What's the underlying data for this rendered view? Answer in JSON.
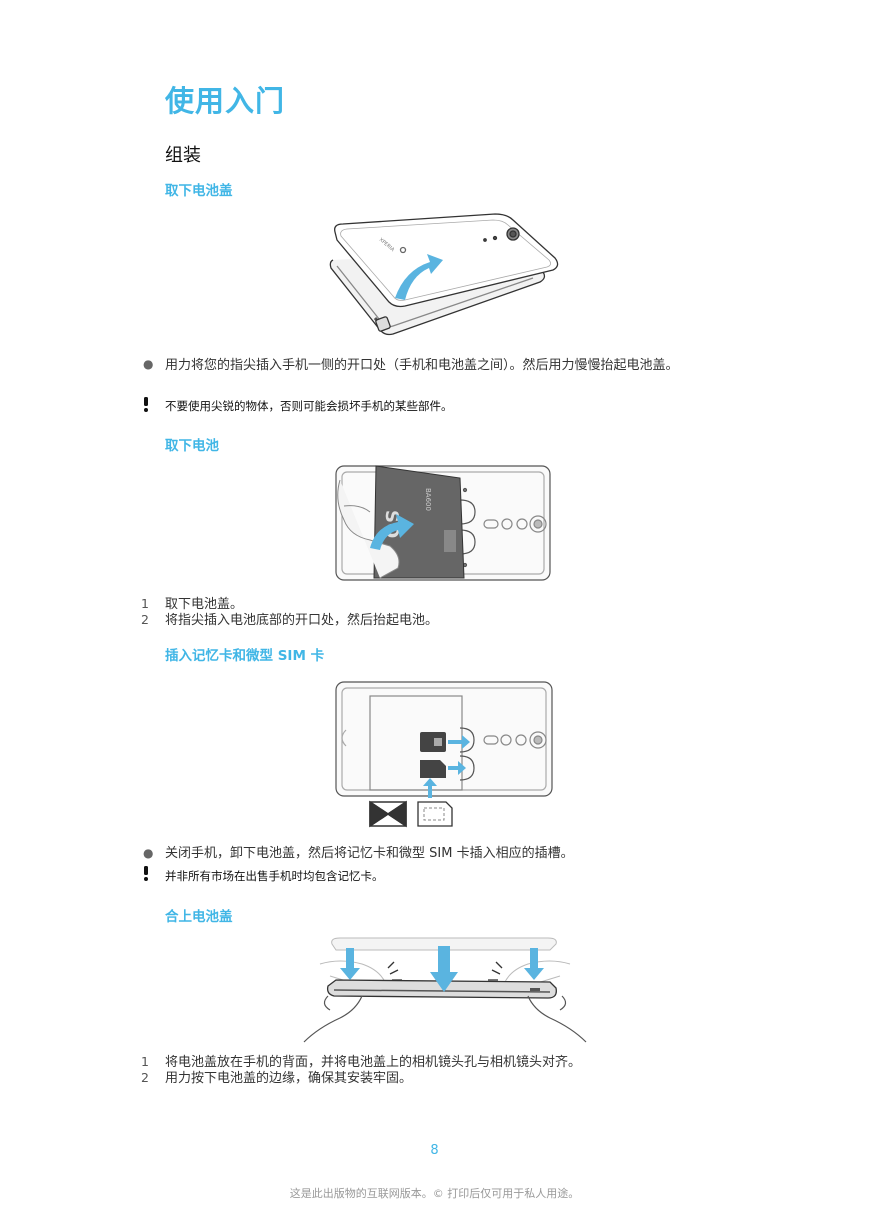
{
  "page": {
    "title": "使用入门",
    "section": "组装",
    "remove_cover": {
      "heading": "取下电池盖",
      "bullet": "用力将您的指尖插入手机一侧的开口处（手机和电池盖之间）。然后用力慢慢抬起电池盖。",
      "warning": "不要使用尖锐的物体，否则可能会损坏手机的某些部件。"
    },
    "remove_battery": {
      "heading": "取下电池",
      "steps": [
        {
          "num": "1",
          "text": "取下电池盖。"
        },
        {
          "num": "2",
          "text": "将指尖插入电池底部的开口处，然后抬起电池。"
        }
      ]
    },
    "insert_cards": {
      "heading": "插入记忆卡和微型 SIM 卡",
      "bullet": "关闭手机，卸下电池盖，然后将记忆卡和微型 SIM 卡插入相应的插槽。",
      "warning": "并非所有市场在出售手机时均包含记忆卡。"
    },
    "attach_cover": {
      "heading": "合上电池盖",
      "steps": [
        {
          "num": "1",
          "text": "将电池盖放在手机的背面，并将电池盖上的相机镜头孔与相机镜头对齐。"
        },
        {
          "num": "2",
          "text": "用力按下电池盖的边缘，确保其安装牢固。"
        }
      ]
    },
    "page_number": "8",
    "footer": "这是此出版物的互联网版本。© 打印后仅可用于私人用途。"
  },
  "labels": {
    "battery_brand": "SO",
    "battery_model": "BA600"
  },
  "icons": {
    "bullet": "bullet-dot-icon",
    "warning": "exclamation-icon"
  },
  "colors": {
    "accent": "#41b6e6",
    "arrow": "#5ab4e0"
  }
}
